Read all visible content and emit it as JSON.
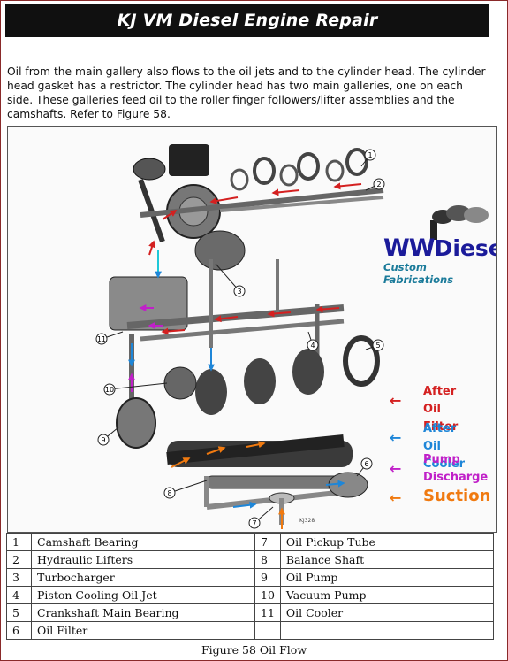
{
  "header": {
    "title": "KJ VM Diesel Engine Repair"
  },
  "intro": "Oil from the main gallery also flows to the oil jets and to the cylinder head.  The cylinder head gasket has a restrictor.  The cylinder head has two main galleries, one on each side.  These galleries feed oil to the roller finger followers/lifter assemblies and the camshafts.  Refer to Figure 58.",
  "brand": {
    "name_big": "WW",
    "name_rest": "Diesel",
    "tagline": "Custom Fabrications"
  },
  "legend": [
    {
      "label": "After Oil\nFilter",
      "color": "#d42020",
      "icon": "left-arrow-icon"
    },
    {
      "label": "After Oil\nCooler",
      "color": "#1e86d8",
      "icon": "left-arrow-icon"
    },
    {
      "label": "Pump\nDischarge",
      "color": "#c020c8",
      "icon": "left-arrow-icon"
    },
    {
      "label": "Suction",
      "color": "#f07a10",
      "icon": "left-arrow-icon"
    }
  ],
  "figure_code": "KJ328",
  "callouts": [
    "1",
    "2",
    "3",
    "4",
    "5",
    "6",
    "7",
    "8",
    "9",
    "10",
    "11"
  ],
  "parts": [
    {
      "num": "1",
      "name": "Camshaft Bearing",
      "num2": "7",
      "name2": "Oil Pickup Tube"
    },
    {
      "num": "2",
      "name": "Hydraulic Lifters",
      "num2": "8",
      "name2": "Balance Shaft"
    },
    {
      "num": "3",
      "name": "Turbocharger",
      "num2": "9",
      "name2": "Oil Pump"
    },
    {
      "num": "4",
      "name": "Piston Cooling Oil Jet",
      "num2": "10",
      "name2": "Vacuum Pump"
    },
    {
      "num": "5",
      "name": "Crankshaft Main Bearing",
      "num2": "11",
      "name2": "Oil Cooler"
    },
    {
      "num": "6",
      "name": "Oil Filter",
      "num2": "",
      "name2": ""
    }
  ],
  "caption": "Figure 58  Oil Flow"
}
